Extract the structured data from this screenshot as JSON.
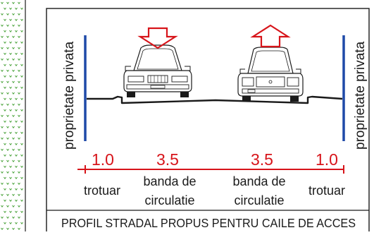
{
  "drawing": {
    "side_label_left": "proprietate privata",
    "side_label_right": "proprietate privata",
    "dimensions": [
      {
        "value": "1.0",
        "label_lines": [
          "trotuar"
        ]
      },
      {
        "value": "3.5",
        "label_lines": [
          "banda de",
          "circulatie"
        ]
      },
      {
        "value": "3.5",
        "label_lines": [
          "banda de",
          "circulatie"
        ]
      },
      {
        "value": "1.0",
        "label_lines": [
          "trotuar"
        ]
      }
    ],
    "title": "PROFIL STRADAL PROPUS PENTRU CAILE DE ACCES",
    "direction_arrows": [
      "down",
      "up"
    ]
  },
  "colors": {
    "property_line": "#1f4aa8",
    "dimension": "#d7141a",
    "arrow": "#d7141a",
    "hatch": "#3a9a2a",
    "ink": "#1a1a1a"
  }
}
